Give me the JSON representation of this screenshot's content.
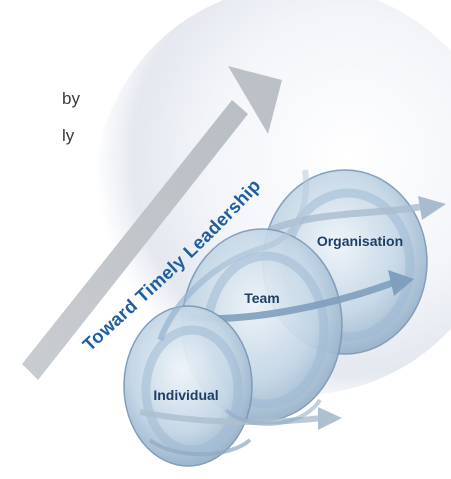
{
  "text_fragments": [
    "by",
    "ly"
  ],
  "diagram": {
    "curve_label": "Toward Timely Leadership",
    "levels": [
      "Individual",
      "Team",
      "Organisation"
    ],
    "colors": {
      "big_arrow": "#c9cdd1",
      "halo": "#e4e8ef",
      "spiral_light": "#c3d6e6",
      "spiral_mid": "#9fbad3",
      "spiral_dark": "#7b98b6",
      "label_blue": "#1f5fa0",
      "level_text": "#1e3f66"
    }
  }
}
